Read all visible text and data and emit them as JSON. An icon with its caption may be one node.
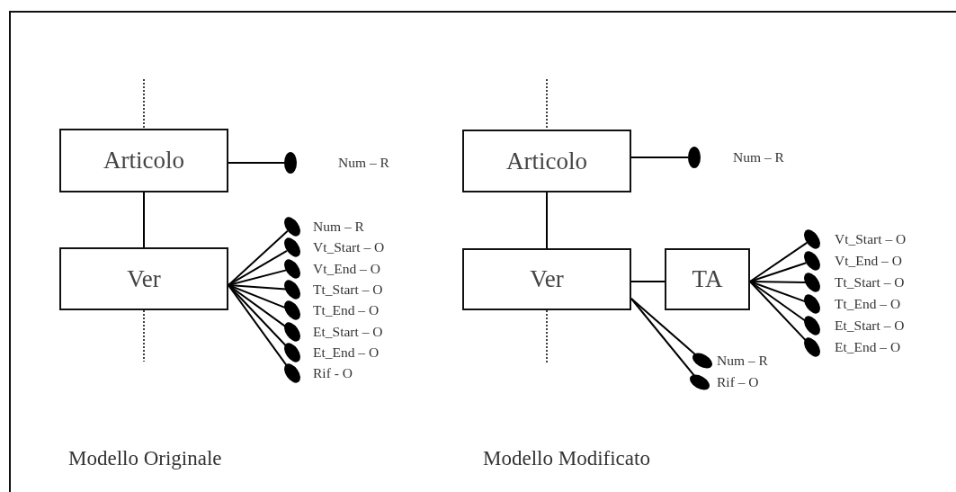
{
  "diagram": {
    "nodes": [
      {
        "text": [
          "Articolo"
        ]
      },
      {
        "text": [],
        "shape": "ellipse",
        "beside": [
          "Num – R"
        ]
      },
      {
        "text": [
          "Ver"
        ]
      },
      {
        "text": [],
        "shape": "ellipse",
        "beside": [
          "Num – R"
        ]
      },
      {
        "text": [],
        "shape": "ellipse",
        "beside": [
          "Vt_Start – O"
        ]
      },
      {
        "text": [],
        "shape": "ellipse",
        "beside": [
          "Vt_End – O"
        ]
      },
      {
        "text": [],
        "shape": "ellipse",
        "beside": [
          "Tt_Start – O"
        ]
      },
      {
        "text": [],
        "shape": "ellipse",
        "beside": [
          "Tt_End – O"
        ]
      },
      {
        "text": [],
        "shape": "ellipse",
        "beside": [
          "Et_Start – O"
        ]
      },
      {
        "text": [],
        "shape": "ellipse",
        "beside": [
          "Et_End – O"
        ]
      },
      {
        "text": [],
        "shape": "ellipse",
        "beside": [
          "Rif - O"
        ]
      },
      {
        "text": [
          "Articolo"
        ]
      },
      {
        "text": [],
        "shape": "ellipse",
        "beside": [
          "Num – R"
        ]
      },
      {
        "text": [
          "Ver"
        ]
      },
      {
        "text": [
          "TA"
        ]
      },
      {
        "text": [],
        "shape": "ellipse",
        "beside": [
          "Vt_Start – O"
        ]
      },
      {
        "text": [],
        "shape": "ellipse",
        "beside": [
          "Vt_End – O"
        ]
      },
      {
        "text": [],
        "shape": "ellipse",
        "beside": [
          "Tt_Start – O"
        ]
      },
      {
        "text": [],
        "shape": "ellipse",
        "beside": [
          "Tt_End – O"
        ]
      },
      {
        "text": [],
        "shape": "ellipse",
        "beside": [
          "Et_Start – O"
        ]
      },
      {
        "text": [],
        "shape": "ellipse",
        "beside": [
          "Et_End – O"
        ]
      },
      {
        "text": [],
        "shape": "ellipse",
        "beside": [
          "Num – R"
        ]
      },
      {
        "text": [],
        "shape": "ellipse",
        "beside": [
          "Rif – O"
        ]
      }
    ],
    "edges": [
      {
        "from": 0,
        "to": 1,
        "arrow": "none"
      },
      {
        "from": 0,
        "to": 2,
        "arrow": "none"
      },
      {
        "from": 2,
        "to": 3,
        "arrow": "none"
      },
      {
        "from": 2,
        "to": 4,
        "arrow": "none"
      },
      {
        "from": 2,
        "to": 5,
        "arrow": "none"
      },
      {
        "from": 2,
        "to": 6,
        "arrow": "none"
      },
      {
        "from": 2,
        "to": 7,
        "arrow": "none"
      },
      {
        "from": 2,
        "to": 8,
        "arrow": "none"
      },
      {
        "from": 2,
        "to": 9,
        "arrow": "none"
      },
      {
        "from": 2,
        "to": 10,
        "arrow": "none"
      },
      {
        "from": 11,
        "to": 12,
        "arrow": "none"
      },
      {
        "from": 11,
        "to": 13,
        "arrow": "none"
      },
      {
        "from": 13,
        "to": 14,
        "arrow": "none"
      },
      {
        "from": 14,
        "to": 15,
        "arrow": "none"
      },
      {
        "from": 14,
        "to": 16,
        "arrow": "none"
      },
      {
        "from": 14,
        "to": 17,
        "arrow": "none"
      },
      {
        "from": 14,
        "to": 18,
        "arrow": "none"
      },
      {
        "from": 14,
        "to": 19,
        "arrow": "none"
      },
      {
        "from": 14,
        "to": 20,
        "arrow": "none"
      },
      {
        "from": 13,
        "to": 21,
        "arrow": "none"
      },
      {
        "from": 13,
        "to": 22,
        "arrow": "none"
      },
      {
        "from": null,
        "to": 0,
        "arrow": "none",
        "style": "dashed"
      },
      {
        "from": 2,
        "to": null,
        "arrow": "none",
        "style": "dashed"
      },
      {
        "from": null,
        "to": 11,
        "arrow": "none",
        "style": "dashed"
      },
      {
        "from": 13,
        "to": null,
        "arrow": "none",
        "style": "dashed"
      }
    ],
    "labels": [
      "Modello Originale",
      "Modello Modificato"
    ]
  }
}
